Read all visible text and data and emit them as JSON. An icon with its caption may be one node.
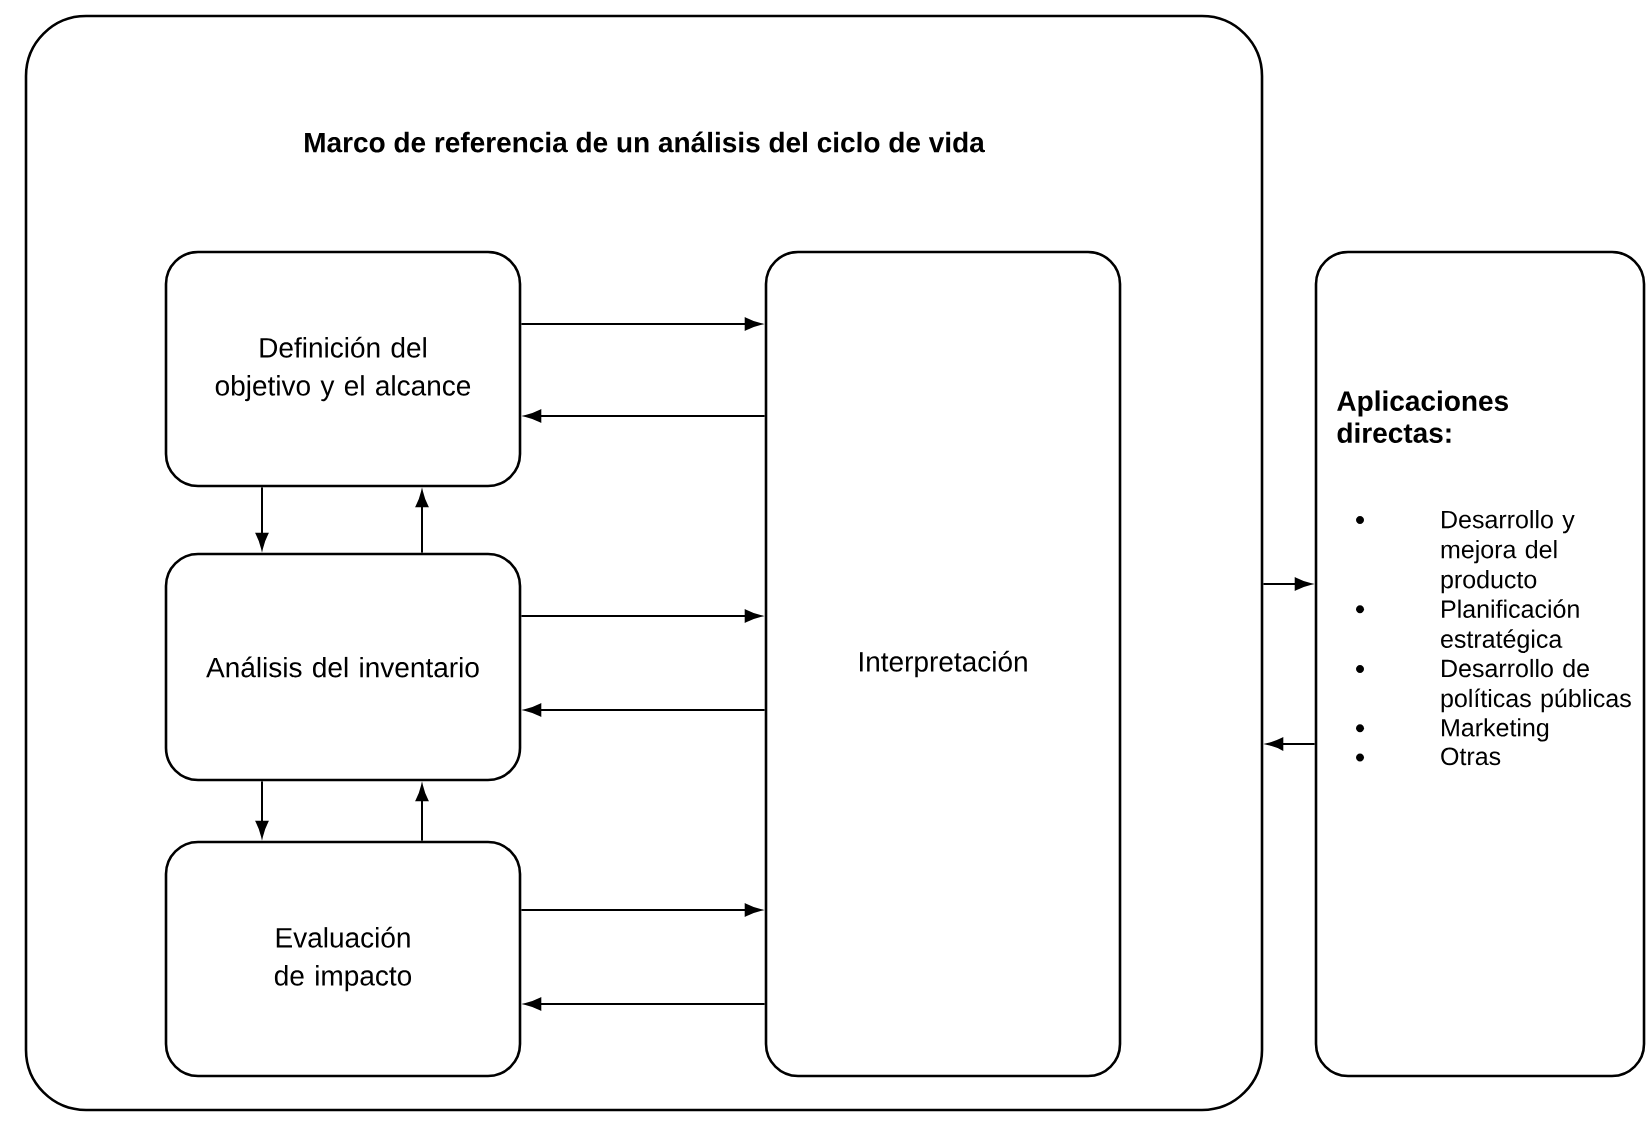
{
  "diagram": {
    "nodes": [
      {
        "text": [
          "Marco de referencia de un análisis del ciclo de vida"
        ]
      },
      {
        "text": [
          "Definición del objetivo y el alcance"
        ],
        "in": 0
      },
      {
        "text": [
          "Análisis del inventario"
        ],
        "in": 0
      },
      {
        "text": [
          "Evaluación de impacto"
        ],
        "in": 0
      },
      {
        "text": [
          "Interpretación"
        ],
        "in": 0
      },
      {
        "text": [
          "Aplicaciones directas:",
          "Desarrollo y mejora del producto",
          "Planificación estratégica",
          "Desarrollo de políticas públicas",
          "Marketing",
          "Otras"
        ]
      }
    ],
    "edges": [
      {
        "from": 1,
        "to": 4,
        "arrow": "to"
      },
      {
        "from": 4,
        "to": 1,
        "arrow": "to"
      },
      {
        "from": 2,
        "to": 4,
        "arrow": "to"
      },
      {
        "from": 4,
        "to": 2,
        "arrow": "to"
      },
      {
        "from": 3,
        "to": 4,
        "arrow": "to"
      },
      {
        "from": 4,
        "to": 3,
        "arrow": "to"
      },
      {
        "from": 1,
        "to": 2,
        "arrow": "to"
      },
      {
        "from": 2,
        "to": 1,
        "arrow": "to"
      },
      {
        "from": 2,
        "to": 3,
        "arrow": "to"
      },
      {
        "from": 3,
        "to": 2,
        "arrow": "to"
      },
      {
        "from": 0,
        "to": 5,
        "arrow": "to"
      },
      {
        "from": 5,
        "to": 0,
        "arrow": "to"
      }
    ]
  }
}
